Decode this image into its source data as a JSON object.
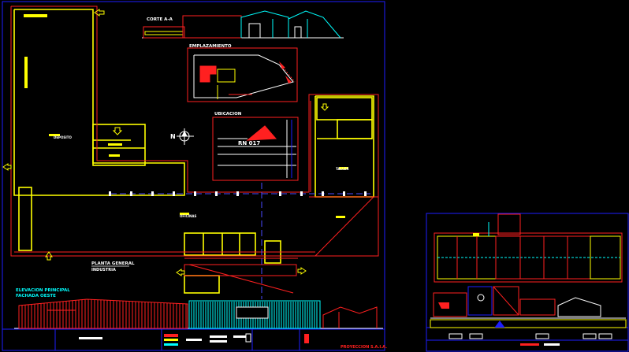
{
  "labels": {
    "corte": "CORTE A-A",
    "emplazamiento": "EMPLAZAMIENTO",
    "ubicacion": "UBICACION",
    "ruta": "RN 017",
    "north": "N",
    "planta_line1": "PLANTA GENERAL",
    "planta_line2": "INDUSTRIA",
    "elev_line1": "ELEVACION PRINCIPAL",
    "elev_line2": "FACHADA OESTE",
    "title_right": "PROYECCION S.A.I.A.",
    "room_large": "DEPOSITO",
    "room_mid": "OFICINAS",
    "room_right": "TALLER"
  },
  "colors": {
    "background": "#000000",
    "frame": "#1e1eff",
    "wall": "#ffff00",
    "detail": "#ff2020",
    "annot": "#00ffff",
    "aux": "#ff00ff",
    "white": "#ffffff"
  }
}
